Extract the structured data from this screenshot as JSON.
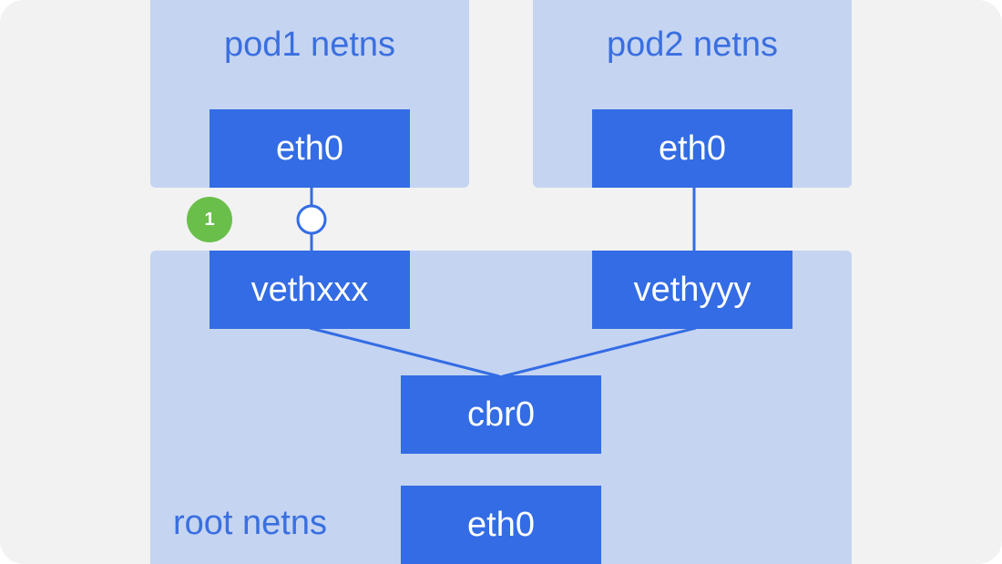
{
  "namespaces": {
    "pod1": {
      "label": "pod1 netns"
    },
    "pod2": {
      "label": "pod2 netns"
    },
    "root": {
      "label": "root netns"
    }
  },
  "interfaces": {
    "pod1_eth0": "eth0",
    "pod2_eth0": "eth0",
    "vethxxx": "vethxxx",
    "vethyyy": "vethyyy",
    "cbr0": "cbr0",
    "root_eth0": "eth0"
  },
  "step_badge": {
    "number": "1"
  },
  "colors": {
    "background": "#f2f2f2",
    "namespace_fill": "#c5d4f1",
    "interface_fill": "#336ce4",
    "label_text": "#3a6fe0",
    "badge_fill": "#6abf4b"
  }
}
